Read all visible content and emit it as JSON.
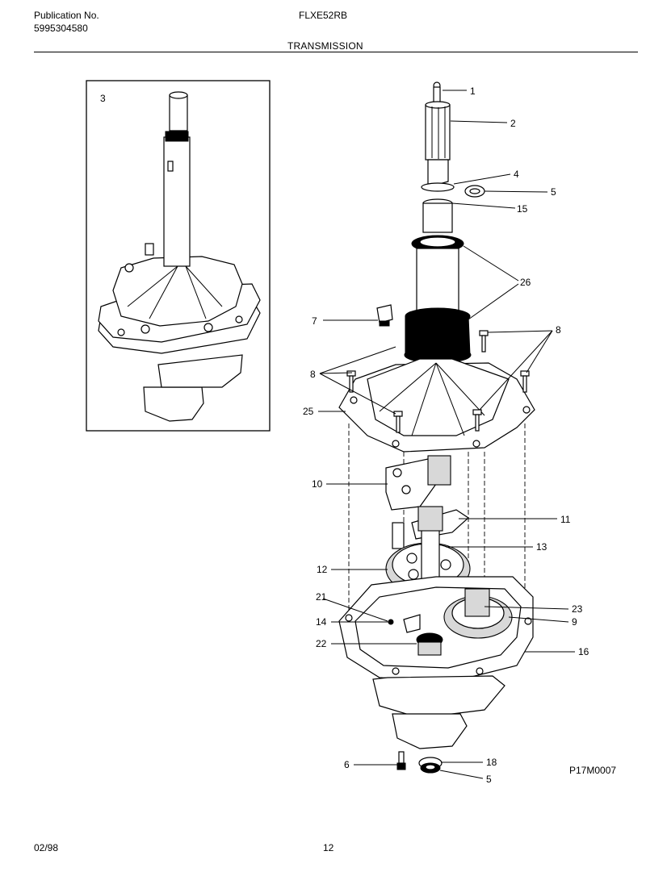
{
  "header": {
    "publication_label": "Publication No.",
    "publication_number": "5995304580",
    "model": "FLXE52RB",
    "section_title": "TRANSMISSION"
  },
  "footer": {
    "date": "02/98",
    "page": "12",
    "diagram_code": "P17M0007"
  },
  "callouts": {
    "c1": "1",
    "c2": "2",
    "c3": "3",
    "c4": "4",
    "c5": "5",
    "c5b": "5",
    "c6": "6",
    "c7": "7",
    "c8a": "8",
    "c8b": "8",
    "c9": "9",
    "c10": "10",
    "c11": "11",
    "c12": "12",
    "c13": "13",
    "c14": "14",
    "c15": "15",
    "c16": "16",
    "c18": "18",
    "c21": "21",
    "c22": "22",
    "c23": "23",
    "c25": "25",
    "c26": "26"
  }
}
